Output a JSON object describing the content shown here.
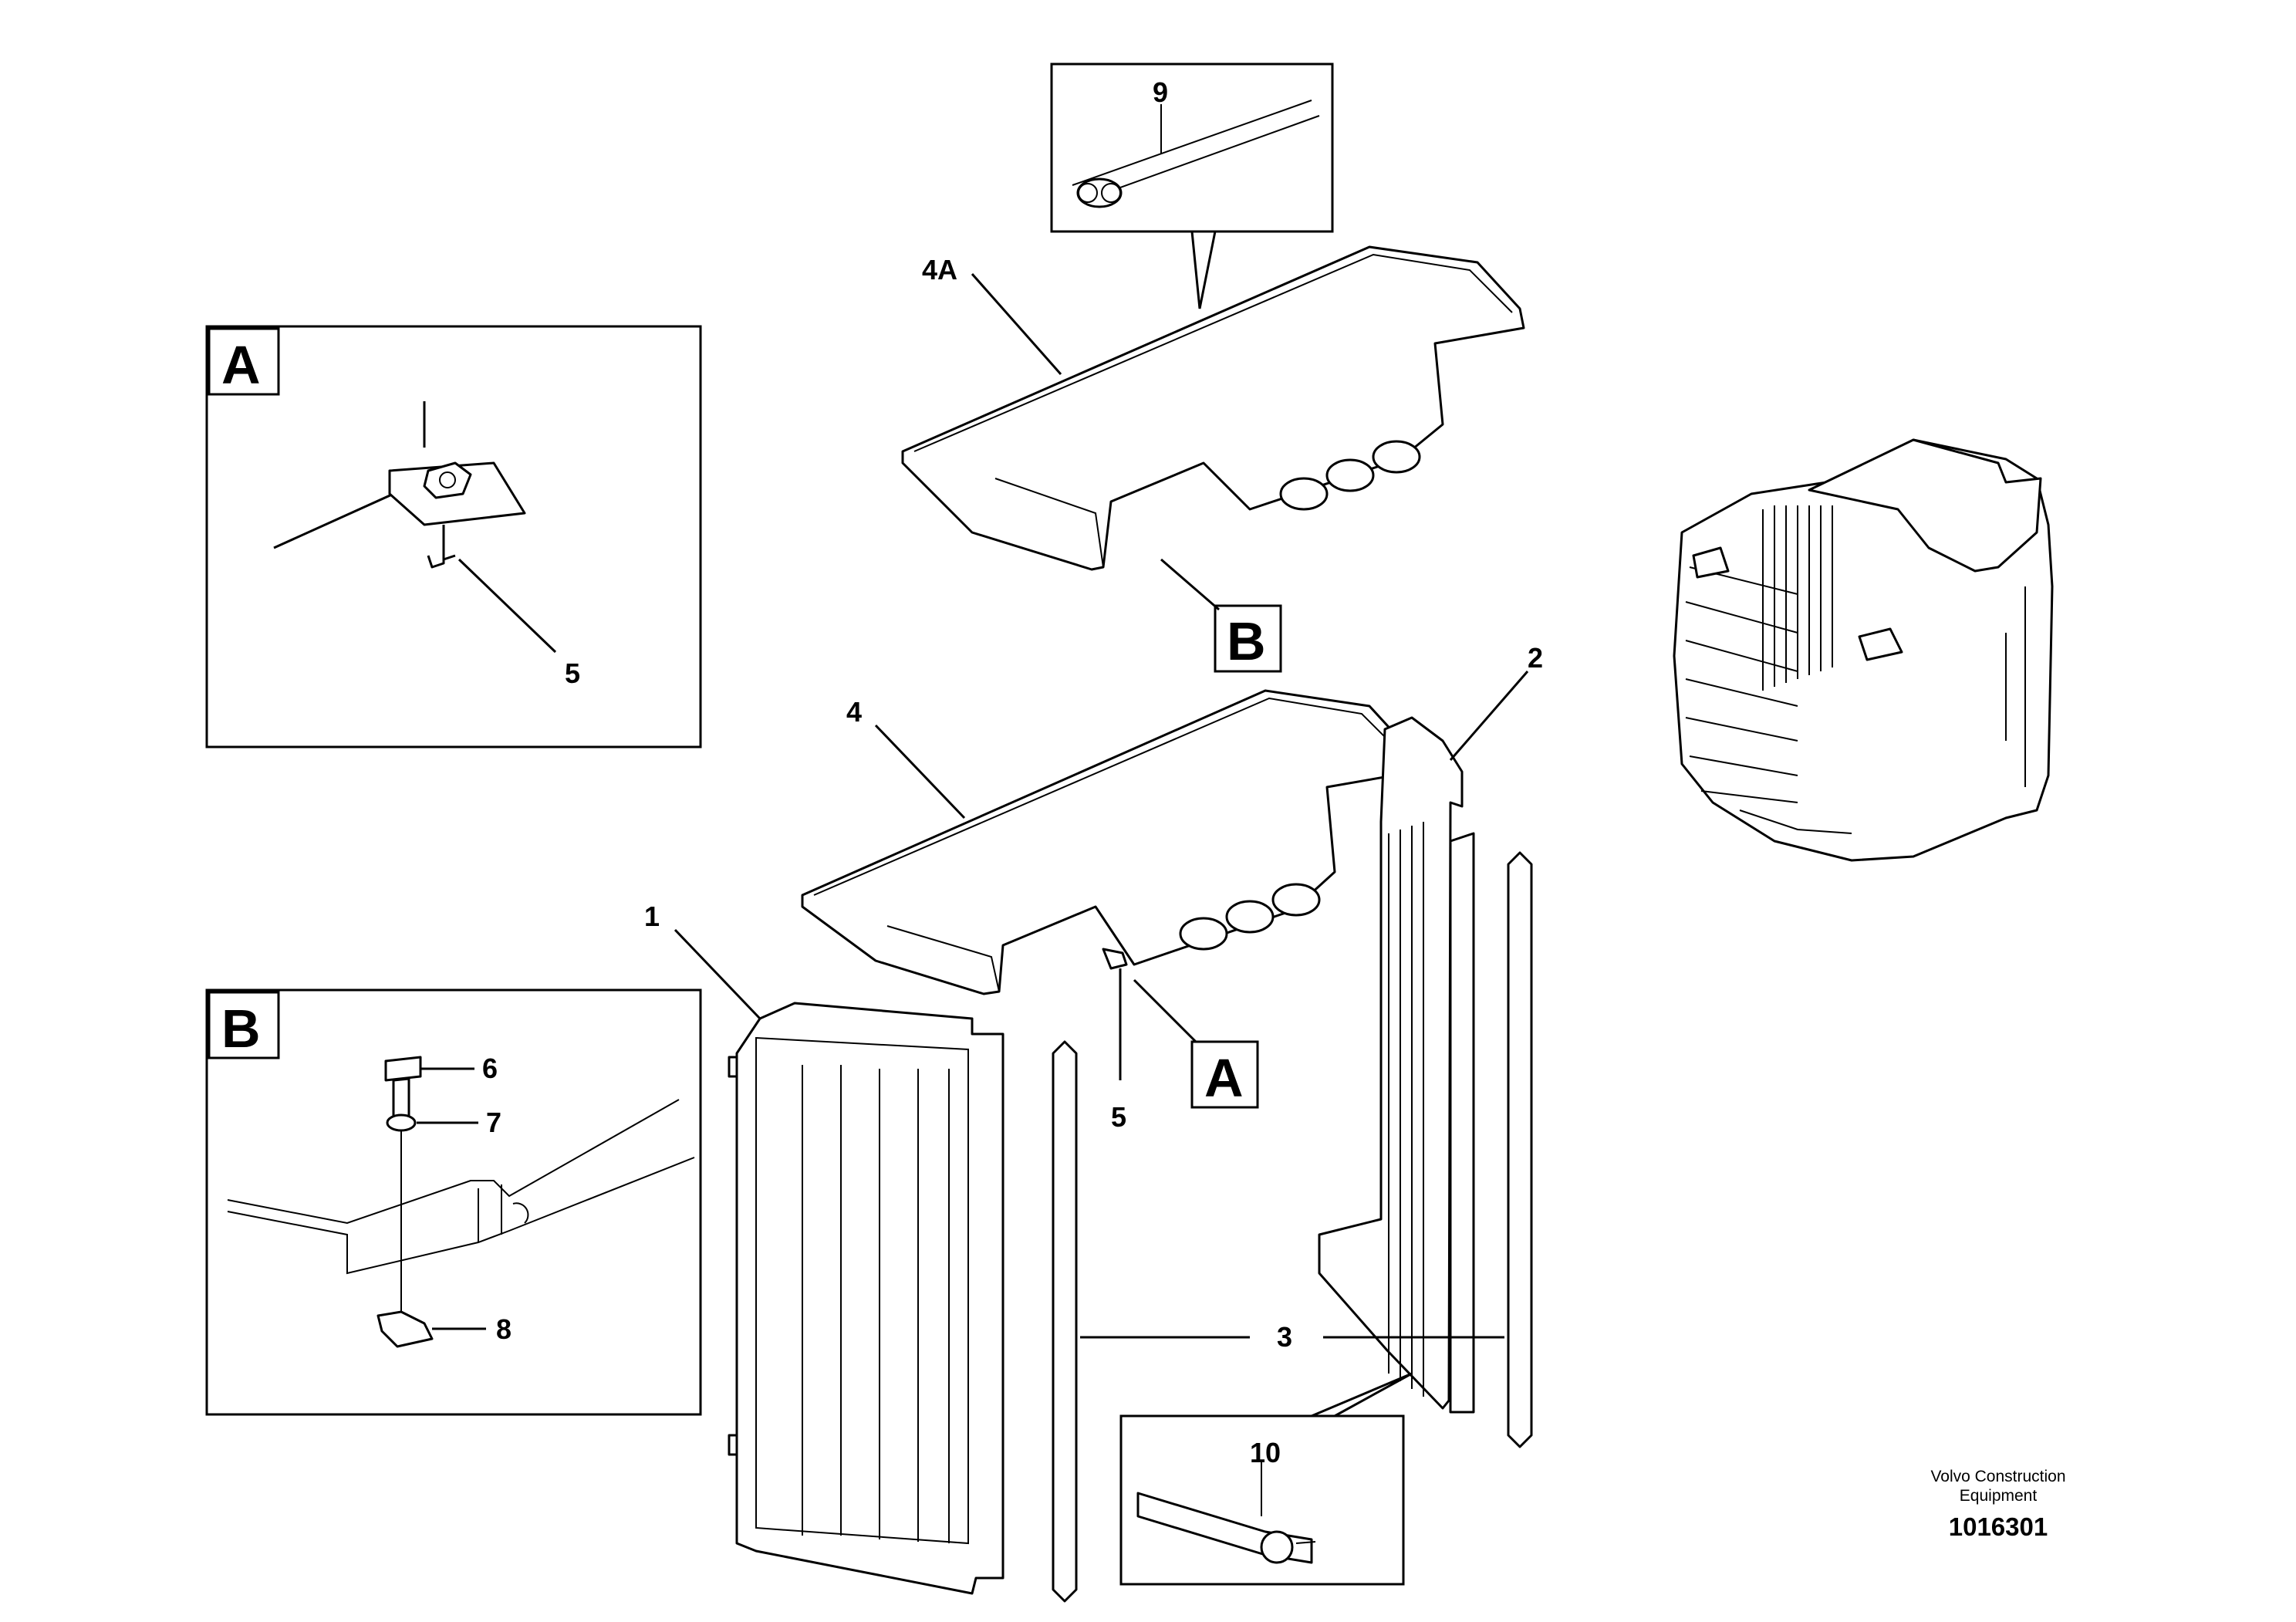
{
  "labels": {
    "l1": "1",
    "l2": "2",
    "l3": "3",
    "l4": "4",
    "l4a": "4A",
    "l5_main": "5",
    "l5_detail": "5",
    "l6": "6",
    "l7": "7",
    "l8": "8",
    "l9": "9",
    "l10": "10"
  },
  "detail_boxes": {
    "a_header": "A",
    "b_header": "B",
    "a_ref": "A",
    "b_ref": "B"
  },
  "credit": {
    "line1": "Volvo Construction",
    "line2": "Equipment",
    "doc_number": "1016301"
  }
}
